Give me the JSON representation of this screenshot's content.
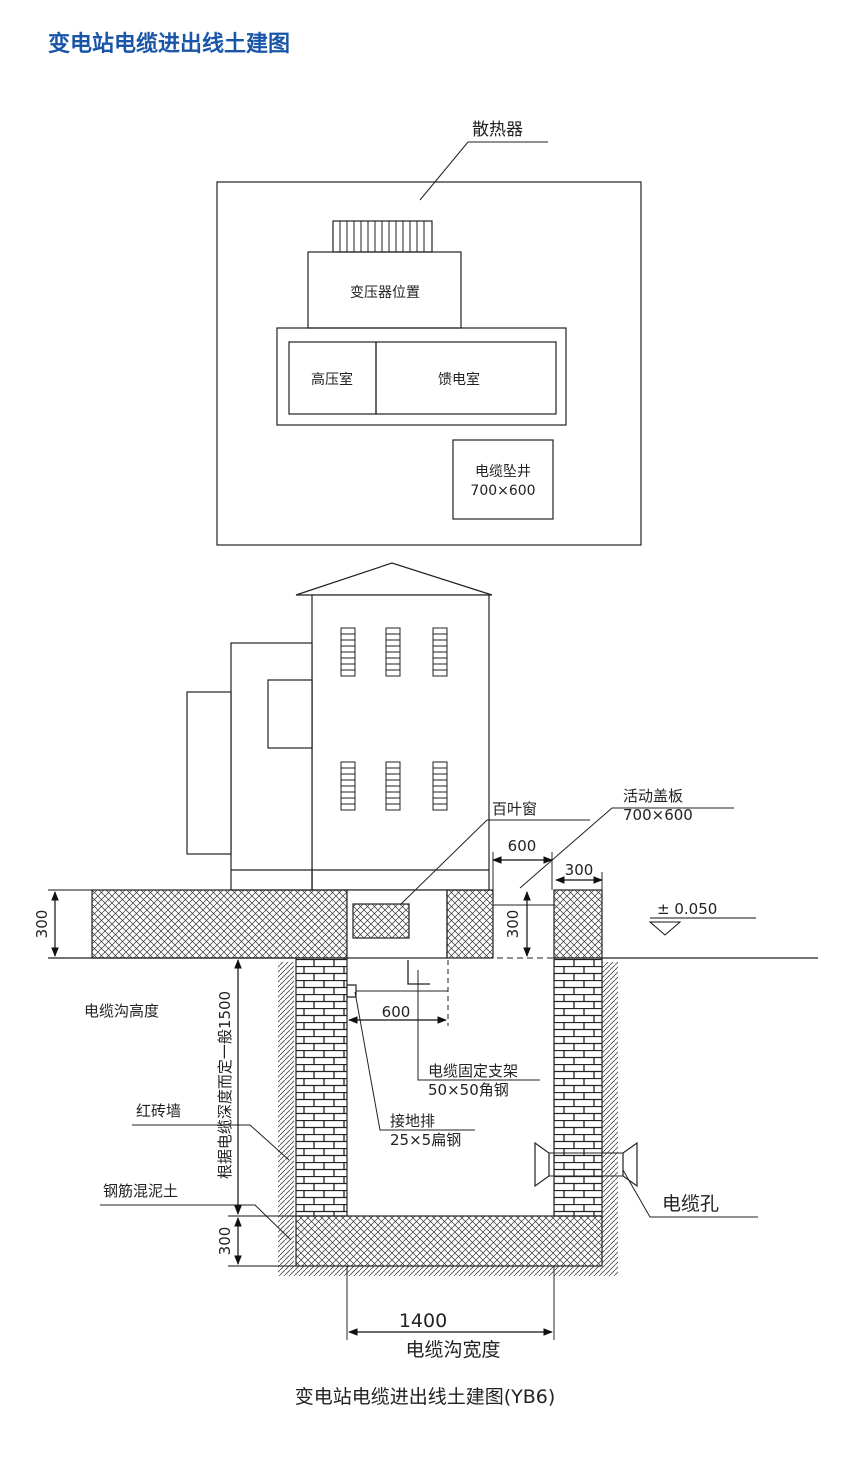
{
  "title": "变电站电缆进出线土建图",
  "caption": "变电站电缆进出线土建图(YB6)",
  "plan": {
    "radiator": "散热器",
    "transformer_position": "变压器位置",
    "hv_room": "高压室",
    "feeder_room": "馈电室",
    "cable_shaft": "电缆坠井",
    "cable_shaft_size": "700×600"
  },
  "section": {
    "louver": "百叶窗",
    "cover_plate": "活动盖板",
    "cover_plate_size": "700×600",
    "dim_600_top": "600",
    "dim_300_right": "300",
    "dim_300_step": "300",
    "level": "± 0.050",
    "dim_300_left": "300",
    "trench_height": "电缆沟高度",
    "depth_note": "根据电缆深度而定一般1500",
    "dim_600_mid": "600",
    "bracket": "电缆固定支架",
    "bracket_spec": "50×50角钢",
    "ground_bar": "接地排",
    "ground_bar_spec": "25×5扁钢",
    "red_brick": "红砖墙",
    "concrete": "钢筋混泥土",
    "cable_hole": "电缆孔",
    "dim_300_bottom": "300",
    "width_value": "1400",
    "trench_width": "电缆沟宽度"
  }
}
